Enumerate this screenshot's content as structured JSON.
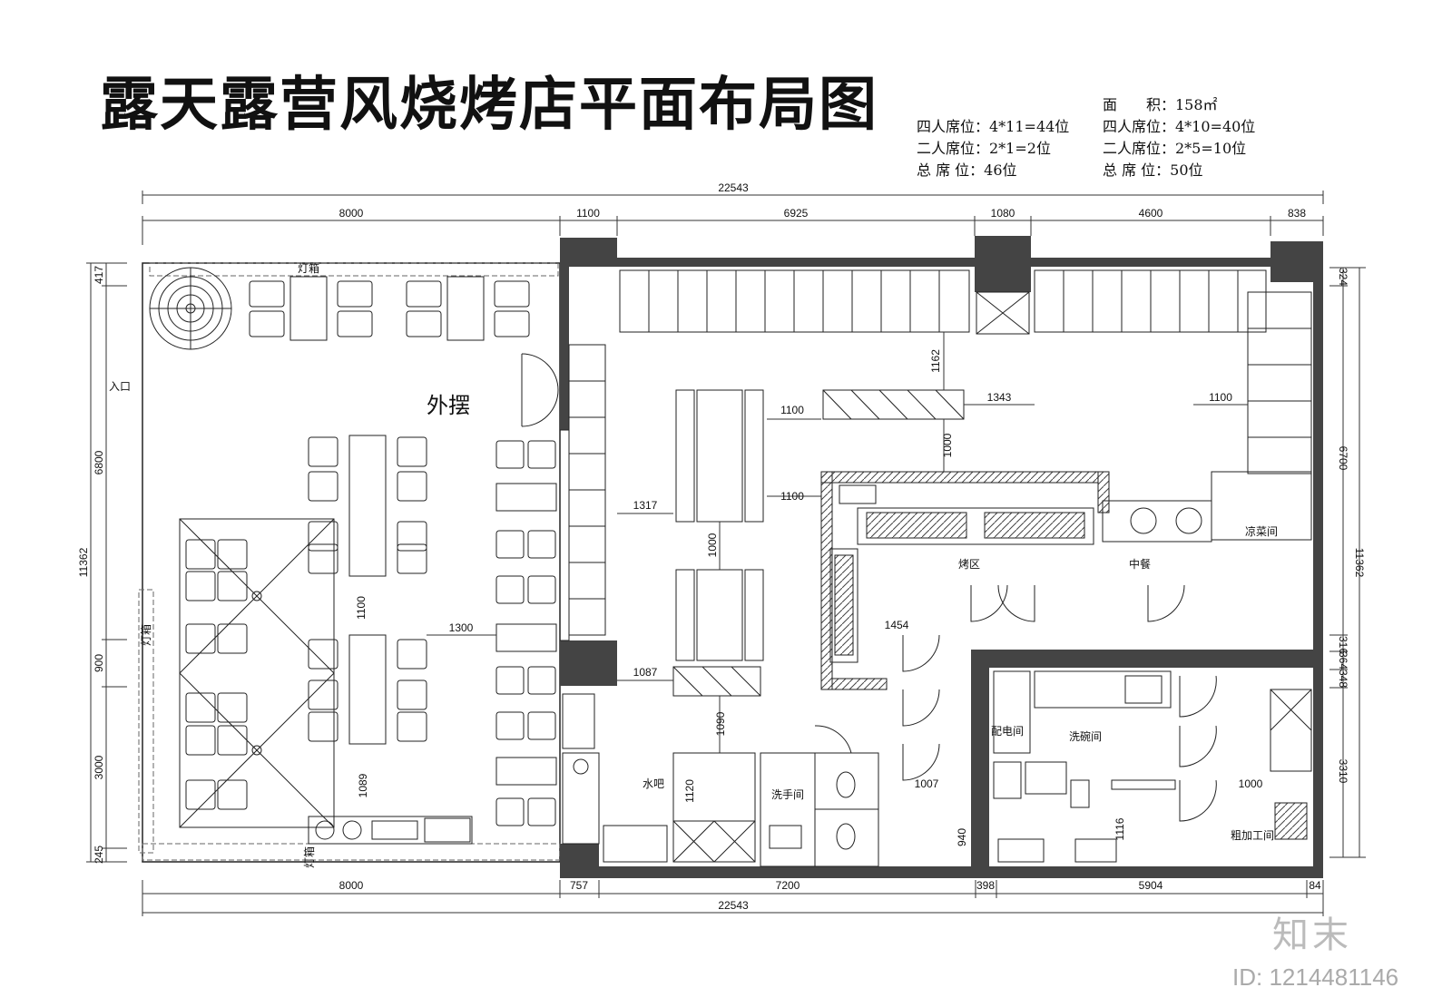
{
  "title": "露天露营风烧烤店平面布局图",
  "stats": {
    "area": "面　　积：158㎡",
    "rows": [
      {
        "left": "四人席位：4*11=44位",
        "right": "四人席位：4*10=40位"
      },
      {
        "left": "二人席位：2*1=2位",
        "right": "二人席位：2*5=10位"
      },
      {
        "left": "总 席 位：46位",
        "right": "总 席 位：50位"
      }
    ]
  },
  "dimensions": {
    "total_top": "22543",
    "total_bottom": "22543",
    "top": [
      "8000",
      "1100",
      "6925",
      "1080",
      "4600",
      "838"
    ],
    "bottom": [
      "8000",
      "757",
      "7200",
      "398",
      "5904",
      "84"
    ],
    "left_total": "11362",
    "left": [
      "417",
      "6800",
      "900",
      "3000",
      "245"
    ],
    "right_total": "11362",
    "right": [
      "324",
      "6700",
      "316",
      "364",
      "348",
      "3310"
    ],
    "interior": [
      "1162",
      "1343",
      "1100",
      "1100",
      "1100",
      "1000",
      "1317",
      "1000",
      "1100",
      "1300",
      "1087",
      "1090",
      "1454",
      "1120",
      "1089",
      "1007",
      "1000",
      "940",
      "1116"
    ]
  },
  "labels": {
    "outdoor": "外摆",
    "entrance": "入口",
    "grill_zone": "烤区",
    "chinese_kitchen": "中餐",
    "cold_dish": "凉菜间",
    "power_room": "配电间",
    "dish_wash": "洗碗间",
    "rough_process": "粗加工间",
    "water_bar": "水吧",
    "hand_wash": "洗手间",
    "light_box_top": "灯箱",
    "light_box_side": "灯箱",
    "light_box_bottom": "灯箱"
  },
  "watermark": {
    "brand": "知末",
    "id": "ID: 1214481146"
  }
}
